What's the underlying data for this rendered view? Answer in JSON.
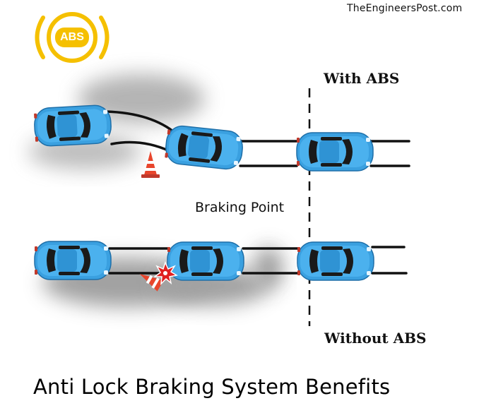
{
  "watermark": "TheEngineersPost.com",
  "logo": {
    "label": "ABS",
    "color": "#f5c000"
  },
  "labels": {
    "with_abs": "With ABS",
    "without_abs": "Without ABS",
    "braking_point": "Braking Point"
  },
  "title": "Anti Lock Braking System Benefits",
  "colors": {
    "car_body": "#3aa0e0",
    "window": "#1a1a1a",
    "cone": "#e8452c",
    "impact": "#e02020"
  }
}
